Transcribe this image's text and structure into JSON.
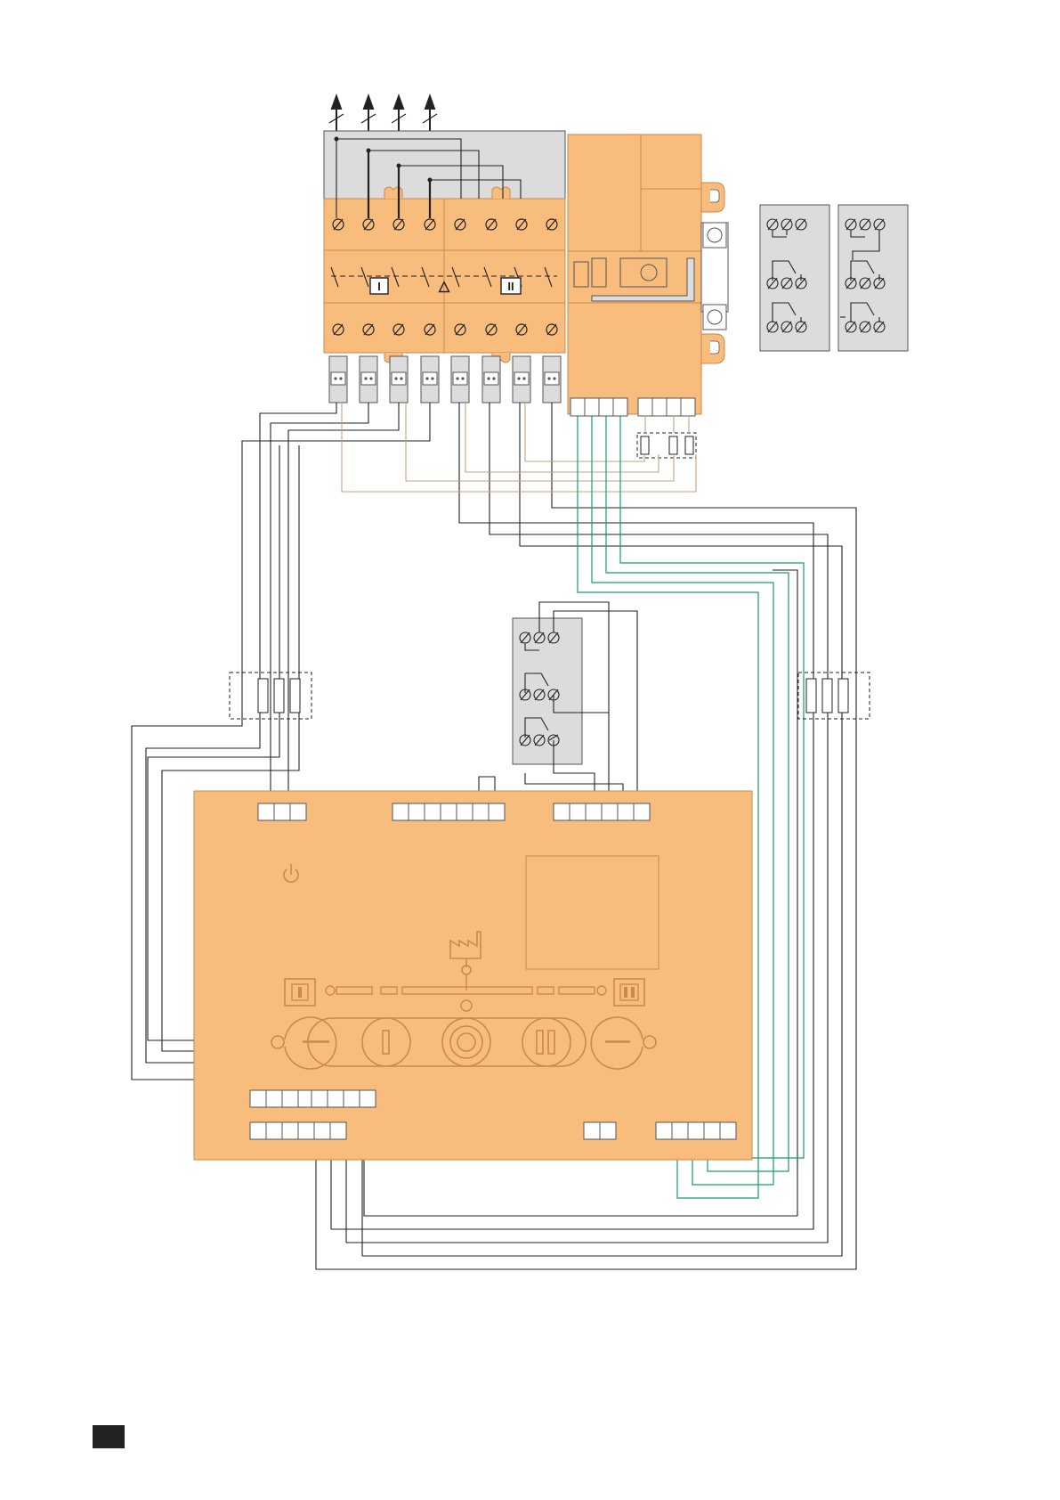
{
  "diagram": {
    "type": "wiring-schematic",
    "colors": {
      "module_fill": "#F8BC7C",
      "module_stroke": "#C98A4E",
      "grey_fill": "#DCDCDC",
      "outline": "#555555",
      "wire_black": "#222222",
      "wire_green": "#1B9A6A",
      "wire_tan": "#C8A27C",
      "terminal_fill": "#FFFFFF",
      "page_marker": "#222222"
    },
    "switch_labels": {
      "position_one": "I",
      "position_zero": "△",
      "position_two": "II"
    },
    "controller_buttons": {
      "button_one": "I",
      "button_two": "II"
    },
    "icons": [
      "power-icon",
      "factory-icon",
      "source-one-indicator-icon",
      "source-two-indicator-icon",
      "arrow-up-icon"
    ]
  }
}
